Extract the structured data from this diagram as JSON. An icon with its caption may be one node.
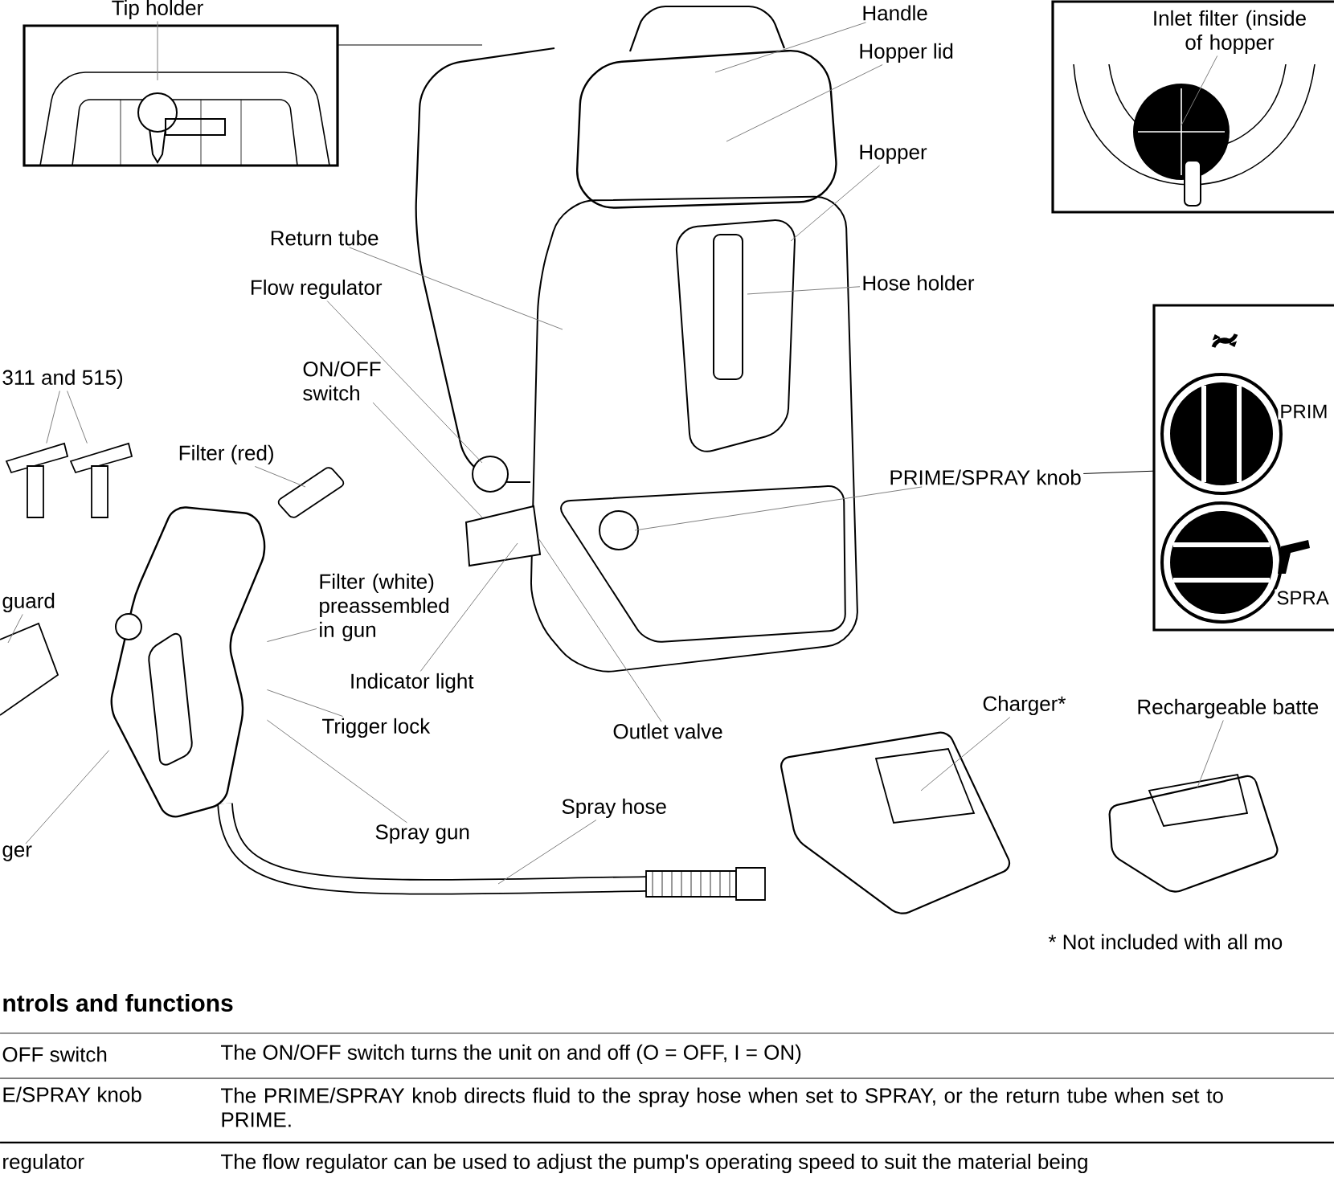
{
  "diagram": {
    "nodes": [
      {
        "text": [
          "Tip holder"
        ]
      },
      {
        "text": [
          "Inlet filter (inside of hopper"
        ]
      },
      {
        "text": [
          "PRIM",
          "SPRA"
        ]
      },
      {
        "text": [
          "Handle"
        ]
      },
      {
        "text": [
          "Hopper lid"
        ]
      },
      {
        "text": [
          "Hopper"
        ]
      },
      {
        "text": [
          "Hose holder"
        ]
      },
      {
        "text": [
          "Return tube"
        ]
      },
      {
        "text": [
          "Flow regulator"
        ]
      },
      {
        "text": [
          "ON/OFF switch"
        ]
      },
      {
        "text": [
          "311 and 515)"
        ]
      },
      {
        "text": [
          "Filter (red)"
        ]
      },
      {
        "text": [
          "guard"
        ]
      },
      {
        "text": [
          "Filter (white) preassembled in gun"
        ]
      },
      {
        "text": [
          "Indicator light"
        ]
      },
      {
        "text": [
          "Trigger lock"
        ]
      },
      {
        "text": [
          "Outlet valve"
        ]
      },
      {
        "text": [
          "PRIME/SPRAY knob"
        ]
      },
      {
        "text": [
          "Charger*"
        ]
      },
      {
        "text": [
          "Rechargeable batte"
        ]
      },
      {
        "text": [
          "ger"
        ]
      },
      {
        "text": [
          "Spray gun"
        ]
      },
      {
        "text": [
          "Spray hose"
        ]
      },
      {
        "text": [],
        "shape": "picture"
      },
      {
        "text": [],
        "shape": "picture"
      },
      {
        "text": [],
        "shape": "picture"
      }
    ],
    "edges": [
      {
        "from": 0,
        "to": null,
        "arrow": "none"
      },
      {
        "from": 0,
        "to": null,
        "arrow": "none",
        "color": "#000000"
      },
      {
        "from": 1,
        "to": null,
        "arrow": "none"
      },
      {
        "from": 3,
        "to": null,
        "arrow": "none"
      },
      {
        "from": 4,
        "to": null,
        "arrow": "none"
      },
      {
        "from": 5,
        "to": null,
        "arrow": "none"
      },
      {
        "from": 6,
        "to": null,
        "arrow": "none"
      },
      {
        "from": 7,
        "to": null,
        "arrow": "none"
      },
      {
        "from": 8,
        "to": null,
        "arrow": "none"
      },
      {
        "from": 9,
        "to": null,
        "arrow": "none"
      },
      {
        "from": 10,
        "to": 23,
        "arrow": "none"
      },
      {
        "from": 10,
        "to": 24,
        "arrow": "none"
      },
      {
        "from": 11,
        "to": null,
        "arrow": "none"
      },
      {
        "from": 12,
        "to": null,
        "arrow": "none"
      },
      {
        "from": 13,
        "to": 25,
        "arrow": "none"
      },
      {
        "from": 14,
        "to": null,
        "arrow": "none"
      },
      {
        "from": 15,
        "to": 25,
        "arrow": "none"
      },
      {
        "from": 16,
        "to": null,
        "arrow": "none"
      },
      {
        "from": 17,
        "to": null,
        "arrow": "none"
      },
      {
        "from": 17,
        "to": 2,
        "arrow": "none",
        "color": "#000000"
      },
      {
        "from": 18,
        "to": null,
        "arrow": "none"
      },
      {
        "from": 19,
        "to": null,
        "arrow": "none"
      },
      {
        "from": 20,
        "to": 25,
        "arrow": "none"
      },
      {
        "from": 21,
        "to": 25,
        "arrow": "none"
      },
      {
        "from": 22,
        "to": null,
        "arrow": "none"
      }
    ],
    "labels": [
      "* Not included with all mo",
      "ntrols and functions",
      "OFF switch",
      "The ON/OFF switch turns the unit on and off (O = OFF, I = ON)",
      "E/SPRAY knob",
      "The PRIME/SPRAY knob directs fluid to the spray hose when set to SPRAY, or the return tube when set to PRIME.",
      "regulator",
      "The flow regulator can be used to adjust the pump's operating speed to suit the material being"
    ]
  }
}
